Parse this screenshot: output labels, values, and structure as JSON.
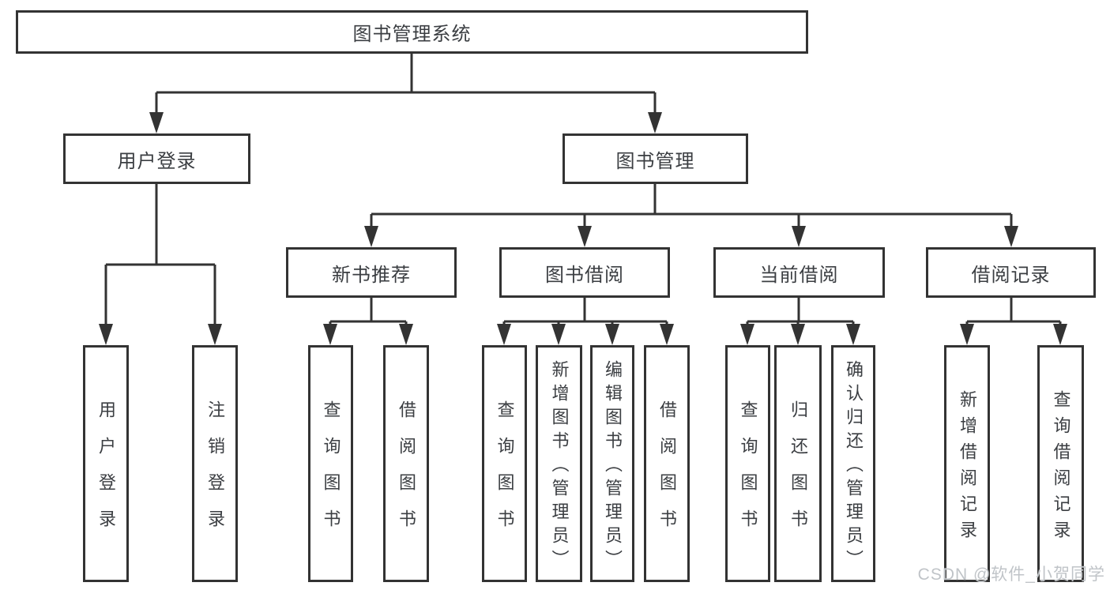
{
  "diagram": {
    "root": {
      "label": "图书管理系统"
    },
    "level2": [
      {
        "label": "用户登录"
      },
      {
        "label": "图书管理"
      }
    ],
    "level3": [
      {
        "label": "新书推荐"
      },
      {
        "label": "图书借阅"
      },
      {
        "label": "当前借阅"
      },
      {
        "label": "借阅记录"
      }
    ],
    "leaves": {
      "user_login": [
        "用户登录",
        "注销登录"
      ],
      "new_book": [
        "查询图书",
        "借阅图书"
      ],
      "book_borrow": [
        "查询图书",
        "新增图书（管理员）",
        "编辑图书（管理员）",
        "借阅图书"
      ],
      "current_borrow": [
        "查询图书",
        "归还图书",
        "确认归还（管理员）"
      ],
      "borrow_record": [
        "新增借阅记录",
        "查询借阅记录"
      ]
    }
  },
  "watermark": {
    "text": "CSDN @软件_小贺同学",
    "color": "#c0c4c8"
  },
  "colors": {
    "line": "#333333",
    "box_border": "#333333",
    "text": "#3b3e42",
    "background": "#ffffff"
  }
}
